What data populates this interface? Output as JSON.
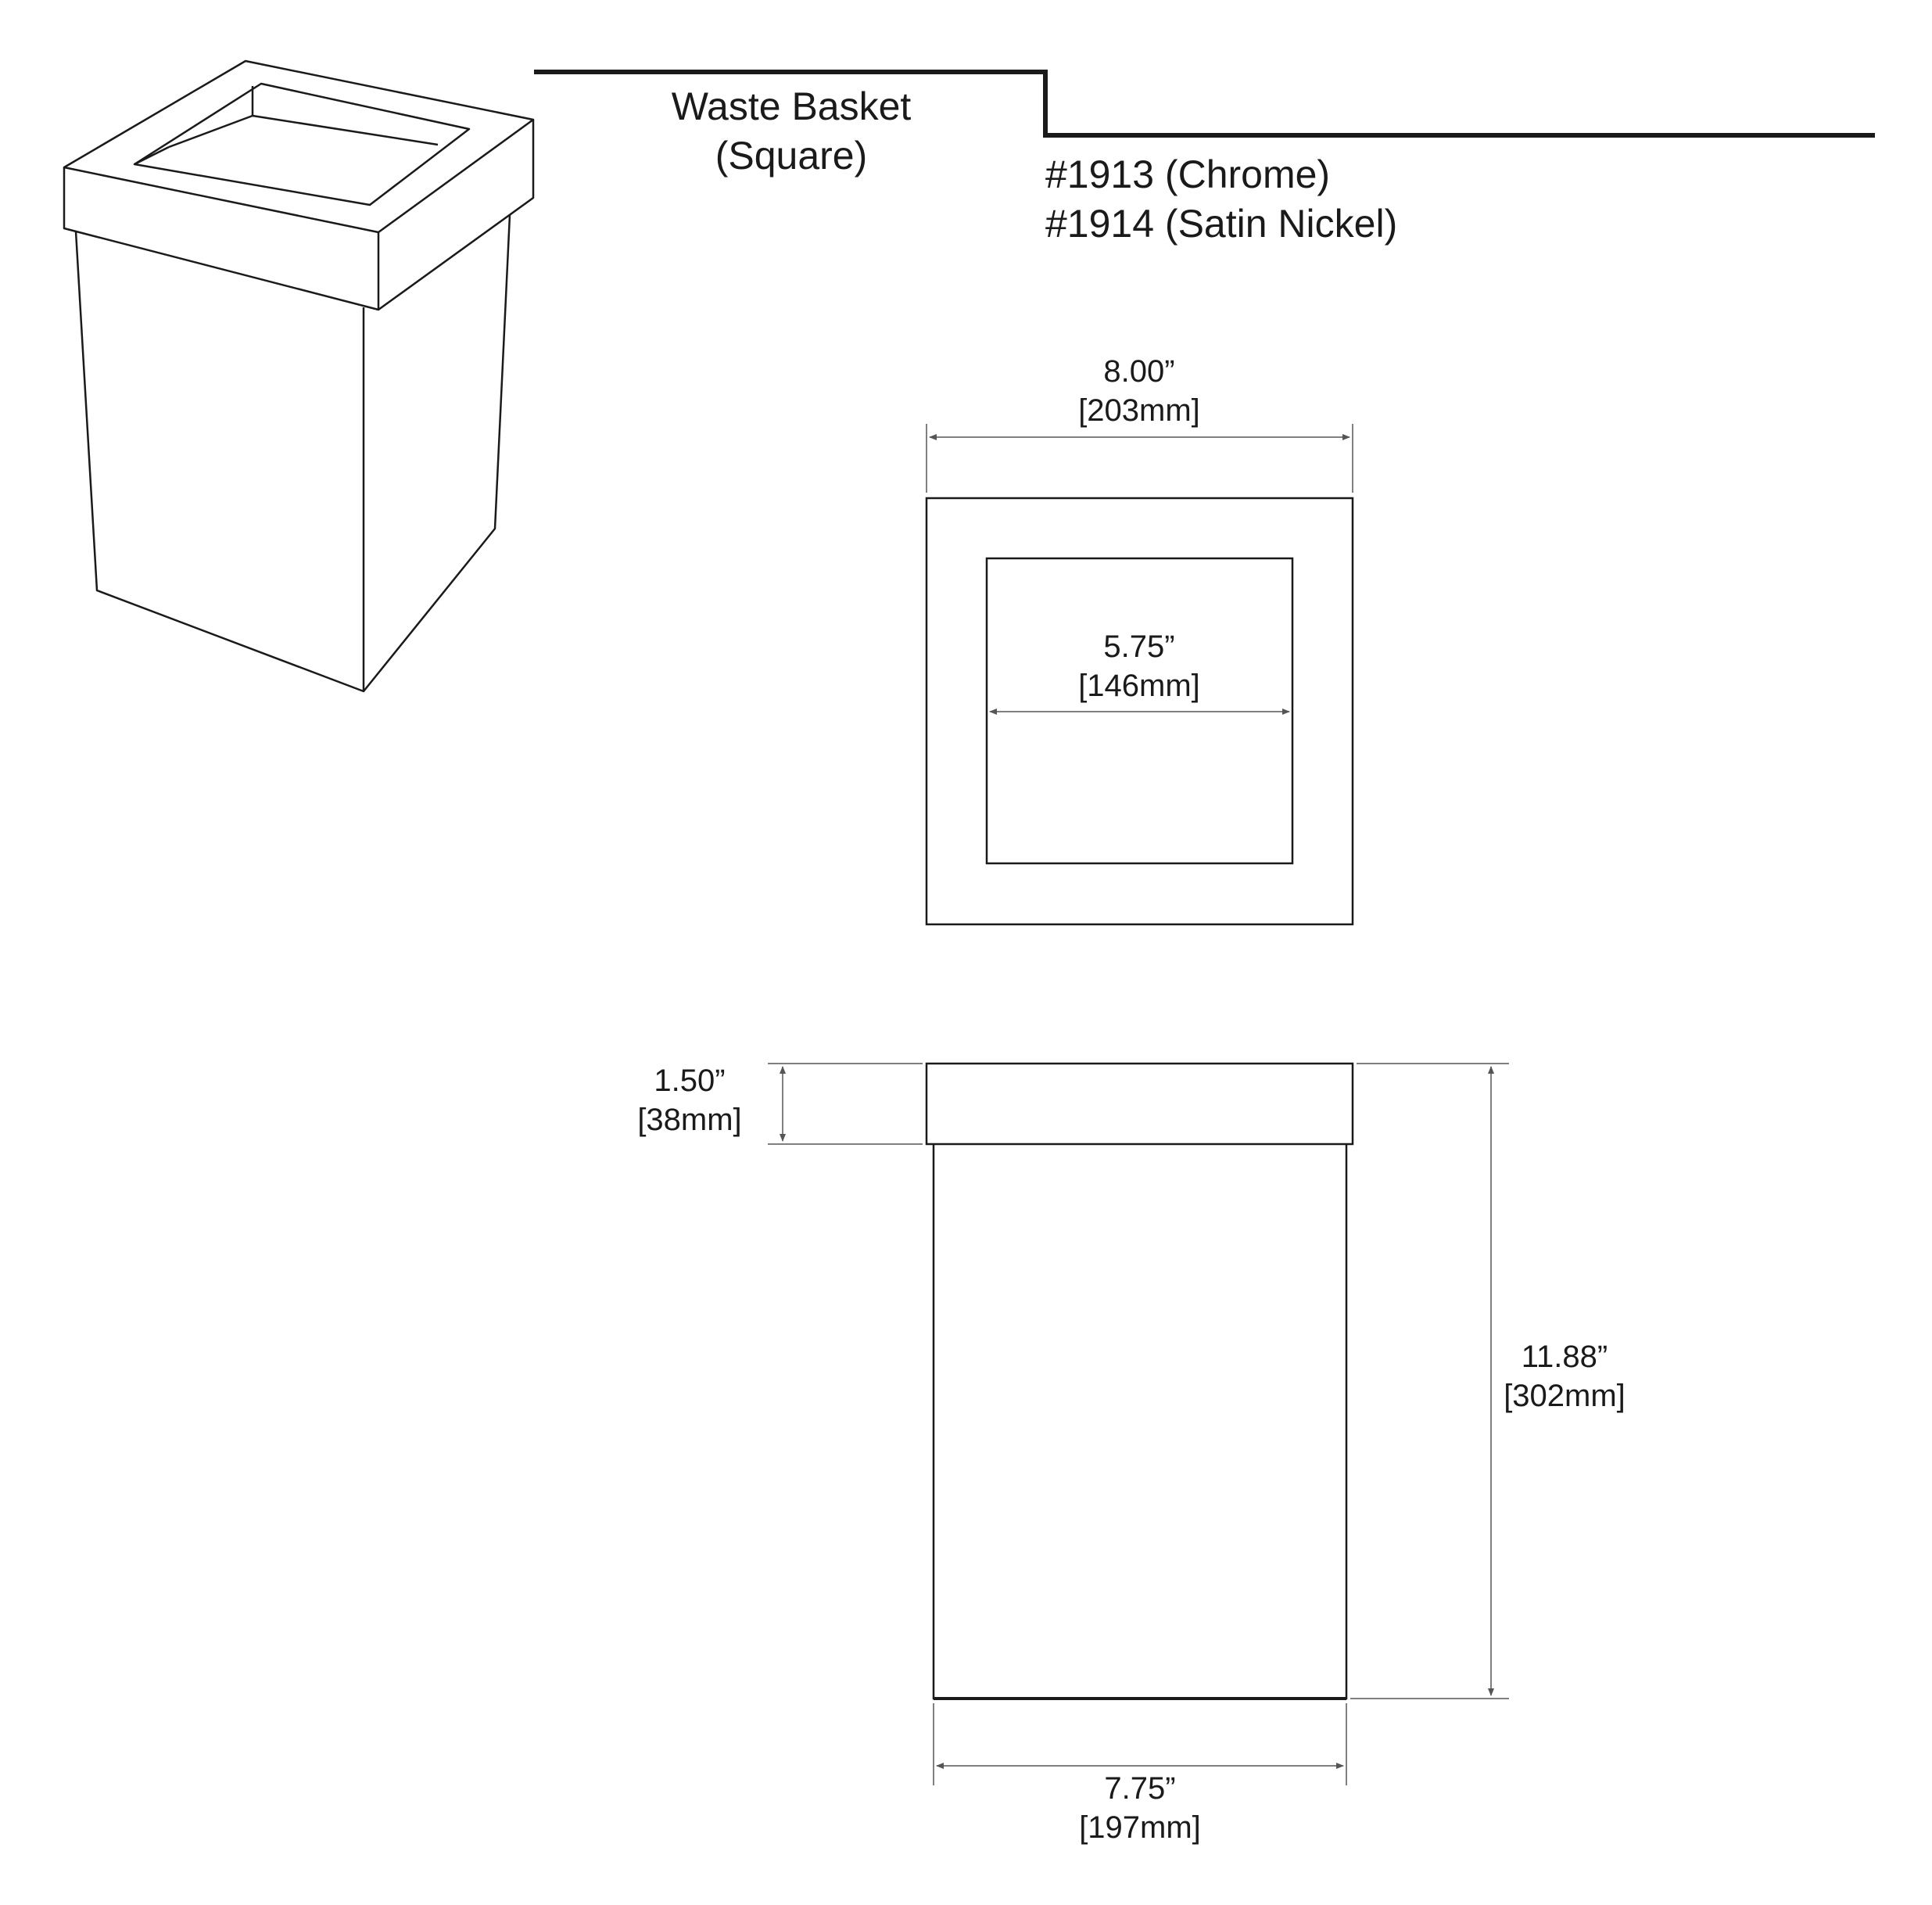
{
  "header": {
    "title_line1": "Waste Basket",
    "title_line2": "(Square)",
    "models": [
      "#1913 (Chrome)",
      "#1914 (Satin Nickel)"
    ]
  },
  "dimensions": {
    "outer_width": {
      "in": "8.00”",
      "mm": "[203mm]"
    },
    "inner_width": {
      "in": "5.75”",
      "mm": "[146mm]"
    },
    "rim_height": {
      "in": "1.50”",
      "mm": "[38mm]"
    },
    "total_height": {
      "in": "11.88”",
      "mm": "[302mm]"
    },
    "base_width": {
      "in": "7.75”",
      "mm": "[197mm]"
    }
  },
  "colors": {
    "line": "#1a1a1a",
    "dimension_line": "#555555",
    "background": "#ffffff"
  }
}
